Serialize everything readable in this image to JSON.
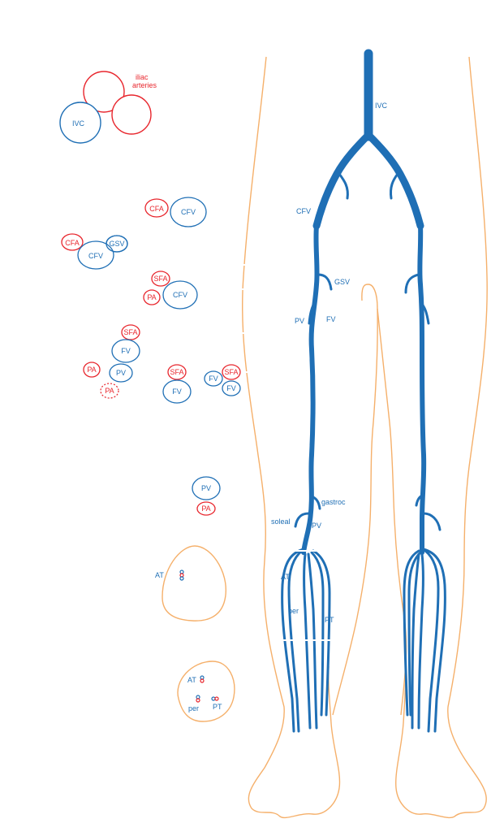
{
  "colors": {
    "vein": "#1f6fb5",
    "artery": "#e8262d",
    "outline": "#f5b06b"
  },
  "cross_sections": {
    "iliac": {
      "label_artery": "iliac",
      "label_artery2": "arteries",
      "label_vein": "IVC"
    },
    "level1": {
      "artery": "CFA",
      "vein": "CFV"
    },
    "level2": {
      "artery": "CFA",
      "vein": "CFV",
      "branch": "GSV"
    },
    "level3": {
      "artery1": "SFA",
      "artery2": "PA",
      "vein": "CFV"
    },
    "level4": {
      "artery1": "SFA",
      "vein1": "FV",
      "artery2": "PA",
      "vein2": "PV",
      "artery3": "PA"
    },
    "level5": {
      "artery": "SFA",
      "vein": "FV"
    },
    "level6": {
      "vein1": "FV",
      "artery": "SFA",
      "vein2": "FV"
    },
    "level7": {
      "vein": "PV",
      "artery": "PA"
    },
    "calf_upper": {
      "label": "AT"
    },
    "calf_lower": {
      "label_at": "AT",
      "label_per": "per",
      "label_pt": "PT"
    }
  },
  "leg_labels": {
    "ivc": "IVC",
    "cfv": "CFV",
    "gsv": "GSV",
    "pv": "PV",
    "fv": "FV",
    "gastroc": "gastroc",
    "soleal": "soleal",
    "pv_lower": "PV",
    "at": "AT",
    "per": "per",
    "pt": "PT"
  }
}
